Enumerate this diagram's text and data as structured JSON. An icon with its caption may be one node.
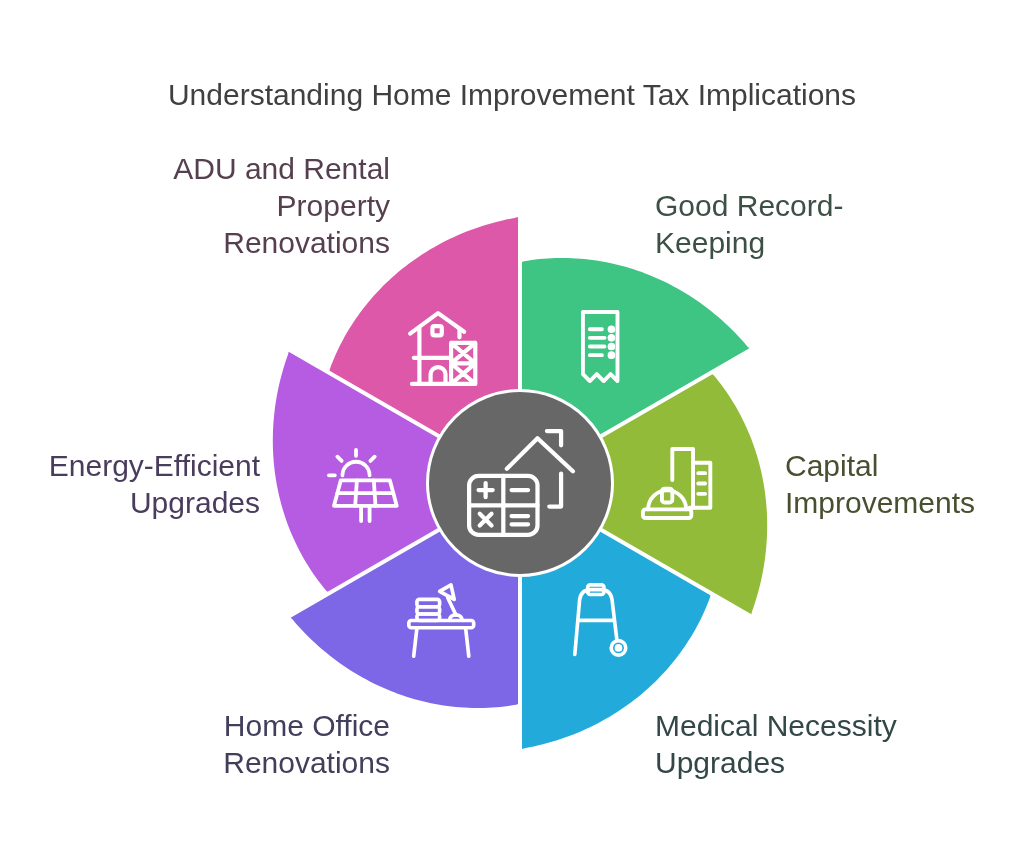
{
  "diagram": {
    "title": "Understanding Home Improvement Tax Implications",
    "nodes": [
      {
        "text": [
          "ADU and Rental Property Renovations"
        ]
      },
      {
        "text": [
          "Good Record-Keeping"
        ]
      },
      {
        "text": [
          "Energy-Efficient Upgrades"
        ]
      },
      {
        "text": [],
        "shape": "circle"
      },
      {
        "text": [
          "Capital Improvements"
        ]
      },
      {
        "text": [
          "Home Office Renovations"
        ]
      },
      {
        "text": [
          "Medical Necessity Upgrades"
        ]
      }
    ]
  }
}
